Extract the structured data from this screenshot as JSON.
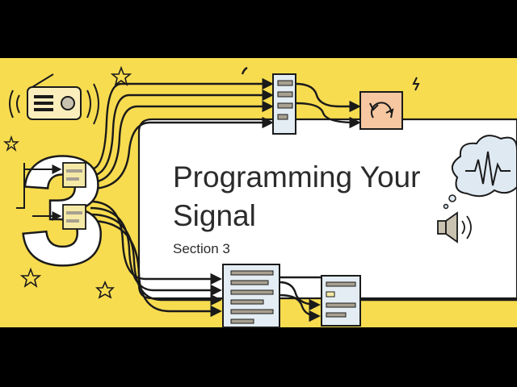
{
  "slide": {
    "section_number": "3",
    "title_line1": "Programming Your",
    "title_line2": "Signal",
    "subtitle": "Section 3"
  },
  "colors": {
    "background": "#f8dc50",
    "letterbox": "#000000",
    "panel": "#ffffff",
    "ink": "#1a1a1a",
    "block_fill_blue": "#e3edf3",
    "block_fill_yellow": "#f5e9a6",
    "block_fill_orange": "#f6c7a0",
    "bar_fill": "#a8a090"
  },
  "icons": [
    "radio-icon",
    "sound-waves-icon",
    "star-icon",
    "lightning-icon",
    "refresh-cycle-icon",
    "thought-cloud-waveform-icon",
    "speaker-icon",
    "code-block-icon"
  ]
}
